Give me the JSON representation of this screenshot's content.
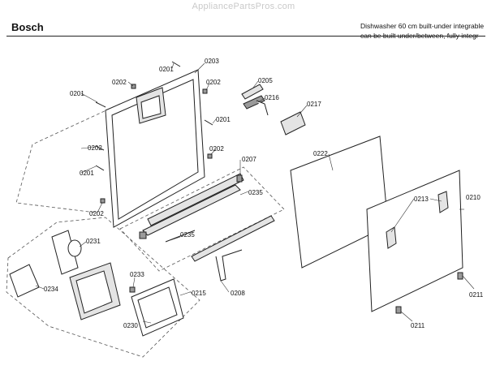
{
  "header": {
    "watermark": "AppliancePartsPros.com",
    "brand": "Bosch",
    "description_line1": "Dishwasher 60 cm built-under integrable",
    "description_line2": "can be built under/between, fully integr"
  },
  "callouts": {
    "c0201a": "0201",
    "c0201b": "0201",
    "c0201c": "0201",
    "c0201d": "0201",
    "c0202a": "0202",
    "c0202b": "0202",
    "c0202c": "0202",
    "c0202d": "0202",
    "c0202e": "0202",
    "c0203": "0203",
    "c0205": "0205",
    "c0207": "0207",
    "c0208": "0208",
    "c0210": "0210",
    "c0211a": "0211",
    "c0211b": "0211",
    "c0213": "0213",
    "c0215": "0215",
    "c0216": "0216",
    "c0217": "0217",
    "c0222": "0222",
    "c0230": "0230",
    "c0231": "0231",
    "c0233": "0233",
    "c0234": "0234",
    "c0235a": "0235",
    "c0235b": "0235"
  }
}
